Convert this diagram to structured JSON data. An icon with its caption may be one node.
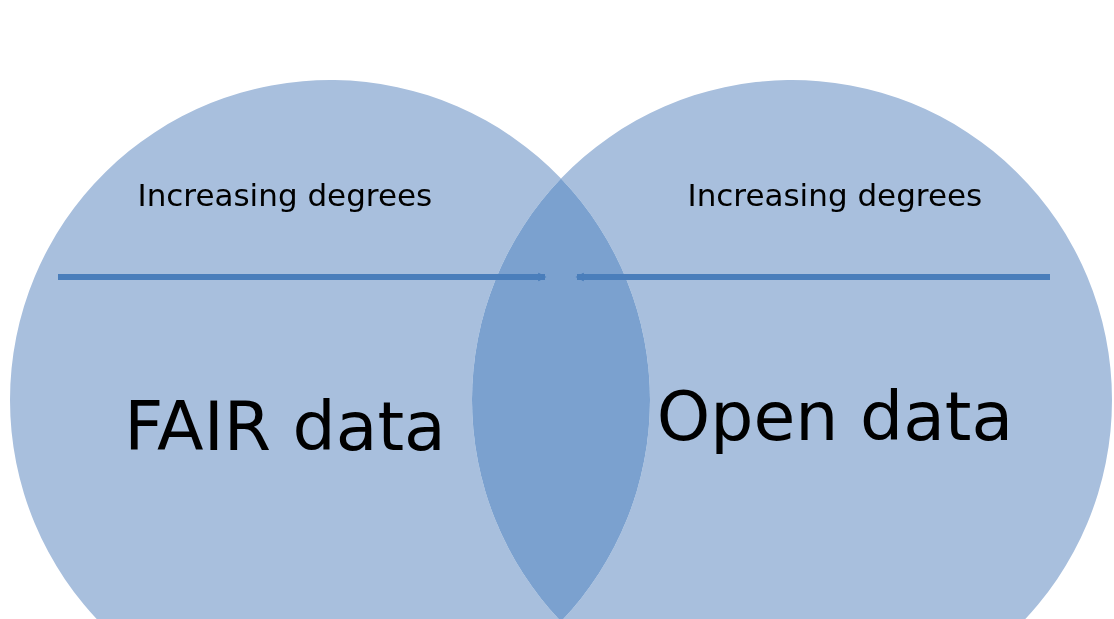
{
  "diagram": {
    "nodes": [
      {
        "text": [
          "FAIR data"
        ]
      },
      {
        "text": [
          "Open data"
        ]
      },
      {
        "text": [],
        "shape": "lens"
      }
    ],
    "edges": [
      {
        "from": 0,
        "to": 2,
        "arrow": "to",
        "label": "Increasing degrees"
      },
      {
        "from": 1,
        "to": 2,
        "arrow": "to",
        "label": "Increasing degrees"
      }
    ]
  }
}
